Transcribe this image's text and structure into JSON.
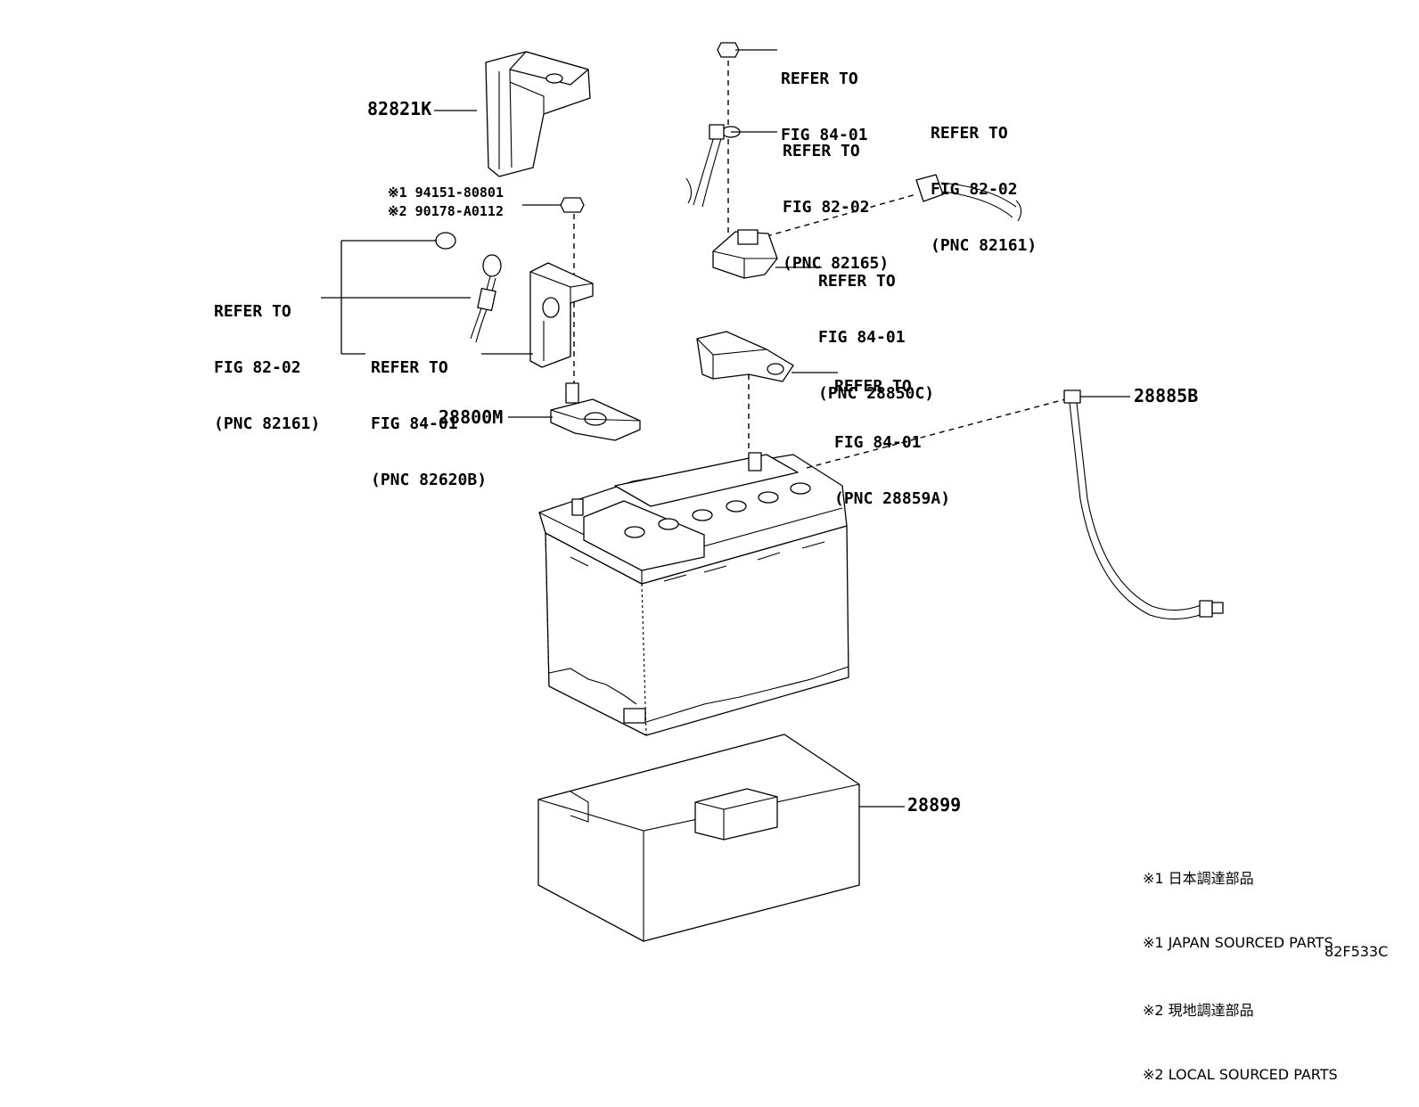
{
  "parts": {
    "cover": "82821K",
    "fastener1": "※1 94151-80801",
    "fastener2": "※2 90178-A0112",
    "terminal": "28800M",
    "vent_hose": "28885B",
    "insulator": "28899"
  },
  "refs": {
    "r1": [
      "REFER TO",
      "FIG 84-01"
    ],
    "r2": [
      "REFER TO",
      "FIG 82-02",
      "(PNC 82165)"
    ],
    "r3": [
      "REFER TO",
      "FIG 82-02",
      "(PNC 82161)"
    ],
    "r4": [
      "REFER TO",
      "FIG 84-01",
      "(PNC 28850C)"
    ],
    "r5": [
      "REFER TO",
      "FIG 82-02",
      "(PNC 82161)"
    ],
    "r6": [
      "REFER TO",
      "FIG 84-01",
      "(PNC 82620B)"
    ],
    "r7": [
      "REFER TO",
      "FIG 84-01",
      "(PNC 28859A)"
    ]
  },
  "notes": [
    "※1 日本調達部品",
    "※1 JAPAN SOURCED PARTS",
    "※2 現地調達部品",
    "※2 LOCAL SOURCED PARTS"
  ],
  "figure_code": "82F533C"
}
